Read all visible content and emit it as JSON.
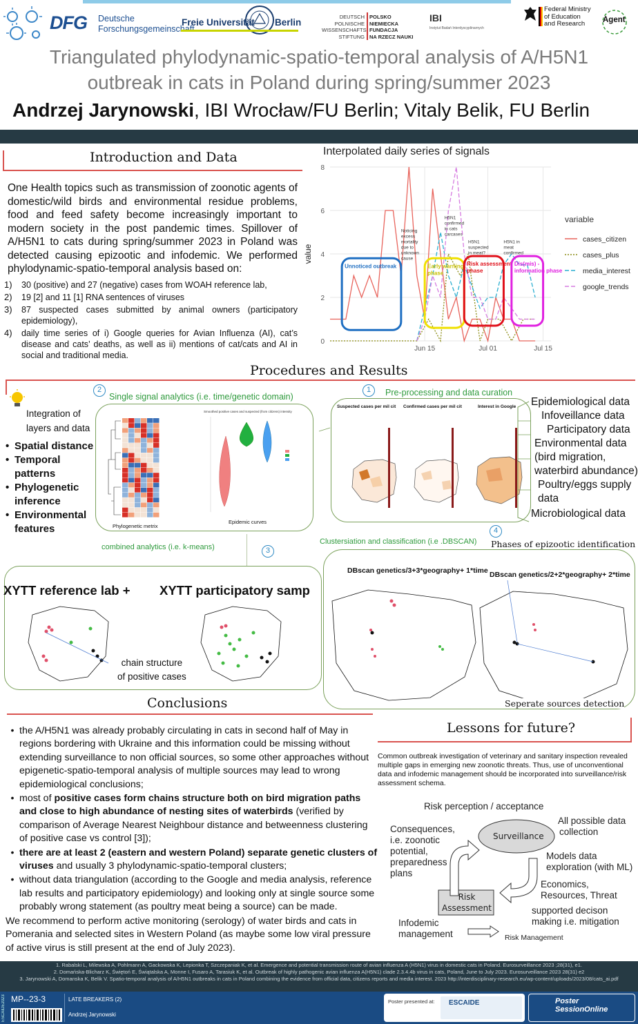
{
  "logos": {
    "dfg": "DFG",
    "dfg_name": [
      "Deutsche",
      "Forschungsgemeinschaft"
    ],
    "fu_left": "Freie Universität",
    "fu_right": "Berlin",
    "dpws_left": [
      "DEUTSCH",
      "POLNISCHE",
      "WISSENSCHAFTS",
      "STIFTUNG"
    ],
    "dpws_right": [
      "POLSKO",
      "NIEMIECKA",
      "FUNDACJA",
      "NA RZECZ NAUKI"
    ],
    "ibi": "IBI",
    "ibi_sub": "Instytut Badań Interdyscyplinarnych",
    "bmbf": [
      "Federal Ministry",
      "of Education",
      "and Research"
    ],
    "agent": "Agent"
  },
  "title": {
    "line1": "Triangulated phylodynamic-spatio-temporal analysis of A/H5N1",
    "line2": "outbreak in cats in Poland during spring/summer 2023",
    "author_bold": "Andrzej Jarynowski",
    "author_rest": ", IBI Wrocław/FU Berlin; Vitaly Belik, FU Berlin"
  },
  "intro": {
    "heading": "Introduction and Data",
    "paragraph": "One Health topics such as transmission of zoonotic agents of domestic/wild birds and environmental residue problems, food and feed safety become increasingly important to modern society in the post pandemic times. Spillover of A/H5N1 to cats during spring/summer 2023 in Poland was detected causing epizootic and infodemic. We performed phylodynamic-spatio-temporal analysis based on:",
    "items": [
      {
        "n": "1)",
        "t": "30 (positive) and 27 (negative) cases from WOAH reference lab,"
      },
      {
        "n": "2)",
        "t": "19 [2] and 11 [1] RNA sentences of viruses"
      },
      {
        "n": "3)",
        "t": "87 suspected  cases submitted by animal owners (participatory epidemiology),"
      },
      {
        "n": "4)",
        "t": "daily time series of i) Google queries for Avian Influenza (AI), cat’s disease and cats’ deaths, as well as ii) mentions of cat/cats and AI in social and traditional media."
      }
    ]
  },
  "chart_data": {
    "type": "line",
    "title": "Interpolated daily series of signals",
    "ylabel": "value",
    "xlabel": "",
    "x_ticks": [
      "Jun 15",
      "Jul 01",
      "Jul 15"
    ],
    "x_range": [
      "2023-05-22",
      "2023-07-17"
    ],
    "ylim": [
      0,
      8
    ],
    "y_ticks": [
      0,
      2,
      4,
      6,
      8
    ],
    "legend_title": "variable",
    "legend_position": "right",
    "grid": true,
    "series": [
      {
        "name": "cases_citizen",
        "color": "#e8635b",
        "dash": "solid",
        "x": [
          "2023-05-22",
          "2023-05-24",
          "2023-05-26",
          "2023-05-28",
          "2023-05-30",
          "2023-06-01",
          "2023-06-03",
          "2023-06-05",
          "2023-06-07",
          "2023-06-09",
          "2023-06-11",
          "2023-06-13",
          "2023-06-15",
          "2023-06-17",
          "2023-06-19",
          "2023-06-21",
          "2023-06-23",
          "2023-06-25",
          "2023-06-27",
          "2023-06-29",
          "2023-07-01",
          "2023-07-03",
          "2023-07-05",
          "2023-07-07",
          "2023-07-09",
          "2023-07-11",
          "2023-07-13"
        ],
        "values": [
          1,
          1,
          1,
          3,
          2,
          3,
          2,
          6,
          6,
          3,
          8,
          3,
          1,
          7,
          4,
          1,
          2,
          0,
          1,
          1,
          0,
          2,
          1,
          1,
          0,
          0,
          0
        ]
      },
      {
        "name": "cases_plus",
        "color": "#8a8a10",
        "dash": "dotted",
        "x": [
          "2023-05-22",
          "2023-06-13",
          "2023-06-16",
          "2023-06-19",
          "2023-06-21",
          "2023-06-24",
          "2023-06-26",
          "2023-06-29",
          "2023-07-01",
          "2023-07-04",
          "2023-07-07",
          "2023-07-10",
          "2023-07-13"
        ],
        "values": [
          0,
          0,
          1,
          0,
          4,
          3,
          4,
          0,
          1,
          1,
          0,
          1,
          1
        ]
      },
      {
        "name": "media_interest",
        "color": "#2aaed0",
        "dash": "dashed",
        "x": [
          "2023-06-13",
          "2023-06-15",
          "2023-06-17",
          "2023-06-19",
          "2023-06-21",
          "2023-06-23",
          "2023-06-25",
          "2023-06-27",
          "2023-06-29",
          "2023-07-01",
          "2023-07-03",
          "2023-07-05",
          "2023-07-07",
          "2023-07-09",
          "2023-07-11",
          "2023-07-13"
        ],
        "values": [
          0,
          1.5,
          3,
          5,
          3,
          2,
          3.5,
          2.5,
          1.5,
          2,
          2,
          3.5,
          4,
          3.5,
          3.5,
          2
        ]
      },
      {
        "name": "google_trends",
        "color": "#d67be0",
        "dash": "dashed",
        "x": [
          "2023-06-13",
          "2023-06-15",
          "2023-06-17",
          "2023-06-19",
          "2023-06-21",
          "2023-06-23",
          "2023-06-25",
          "2023-06-27",
          "2023-06-29",
          "2023-07-01",
          "2023-07-03",
          "2023-07-05",
          "2023-07-07",
          "2023-07-09",
          "2023-07-11",
          "2023-07-13"
        ],
        "values": [
          0,
          1,
          3,
          2,
          6,
          8,
          4,
          2,
          2,
          1,
          1,
          2,
          1.5,
          1,
          1,
          1
        ]
      }
    ],
    "annotations": [
      {
        "text": "Noticing excess mortality due to unknown cause",
        "x": "2023-06-09",
        "y": 5
      },
      {
        "text": "H5N1 confirmed in cats carcases",
        "x": "2023-06-20",
        "y": 5.6
      },
      {
        "text": "H5N1 suspected in meat?",
        "x": "2023-06-26",
        "y": 4.5
      },
      {
        "text": "H5N1 in meat confirmed",
        "x": "2023-07-05",
        "y": 4.5
      }
    ],
    "phases": [
      {
        "label": "Unnoticed outbreak",
        "color": "#1f6fc2"
      },
      {
        "label": "Early warning phase",
        "color": "#f0e000"
      },
      {
        "label": "Risk assessment phase",
        "color": "#e0101a"
      },
      {
        "label": "Dis(mis) - information phase",
        "color": "#e020e0"
      }
    ]
  },
  "procedures": {
    "heading": "Procedures and Results",
    "integration": [
      "Integration of",
      "layers and data"
    ],
    "bullets": [
      "Spatial distance",
      "Temporal patterns",
      "Phylogenetic inference",
      "Environmental features"
    ],
    "single_signal": "Single signal analytics (i.e. time/genetic  domain)",
    "preprocessing": "Pre-processing and data curation",
    "phylo_caption": "Phylogenetic metrix",
    "epi_caption": "Epidemic curves",
    "map_titles": [
      "Suspected cases per mil cit",
      "Confirmed cases per mil cit",
      "Interest in Google"
    ],
    "data_sources": [
      "Epidemiological data",
      "Infoveillance data",
      "Participatory data",
      "Environmental data (bird migration, waterbird abundance)",
      "Poultry/eggs supply data",
      "Microbiological data"
    ],
    "combined": "combined analytics (i.e. k-means)",
    "clusterisation": "Clustersiation and classification (i.e .DBSCAN)",
    "phases_title": "Phases of epizootic identification",
    "xytt_ref": "XYTT reference lab +",
    "xytt_part": "XYTT participatory samp",
    "chain_caption": [
      "chain structure",
      "of positive cases"
    ],
    "dbscan1": "DBscan genetics/3+3*geography+ 1*time",
    "dbscan2": "DBscan genetics/2+2*geography+ 2*time",
    "separate": "Seperate sources detection",
    "nums": [
      "1",
      "2",
      "3",
      "4"
    ]
  },
  "conclusions": {
    "heading": "Conclusions",
    "items": [
      {
        "pre": "the A/H5N1 was already probably circulating in cats in second half of May in regions bordering with Ukraine and this information could be missing without extending surveillance to non official sources, so some other approaches without epigenetic-spatio-temporal analysis of multiple sources may lead to wrong epidemiological conclusions;",
        "bold": "",
        "post": ""
      },
      {
        "pre": "most of ",
        "bold": "positive cases form chains structure both on bird migration paths and close to high abundance of nesting sites of waterbirds",
        "post": " (verified by comparison of Average Nearest Neighbour distance and betweenness clustering of positive case vs control [3]);"
      },
      {
        "pre": "",
        "bold": "there are at least 2 (eastern and western Poland) separate genetic clusters of viruses",
        "post": " and usually 3 phylodynamic-spatio-temporal clusters;"
      },
      {
        "pre": "without data triangulation (according to the Google and media analysis, reference lab results and participatory epidemiology) and looking only at single source some probably wrong statement (as poultry meat being a source) can be made.",
        "bold": "",
        "post": ""
      }
    ],
    "closing": "We recommend to perform active monitoring (serology) of water birds and cats in Pomerania and selected sites in Western Poland (as maybe some low viral pressure of active virus is still present at the end of July 2023)."
  },
  "lessons": {
    "heading": "Lessons for future?",
    "text": "Common outbreak investigation of veterinary and sanitary inspection revealed multiple gaps in emerging new zoonotic threats. Thus, use of unconventional data and infodemic management should be incorporated into surveillance/risk assessment schema.",
    "risk_perception": "Risk perception / acceptance",
    "surveillance": "Surveillance",
    "all_data": [
      "All possible data",
      "collection"
    ],
    "consequences": [
      "Consequences,",
      "i.e. zoonotic",
      "potential,",
      "preparedness",
      "plans"
    ],
    "models": [
      "Models data",
      "exploration (with ML)"
    ],
    "economics": [
      "Economics,",
      "Resources, Threat"
    ],
    "risk_assessment": [
      "Risk",
      "Assessment"
    ],
    "supported": [
      "supported decison",
      "making i.e. mitigation"
    ],
    "infodemic": [
      "Infodemic",
      "management"
    ],
    "risk_mgmt": "Risk Management"
  },
  "references": [
    "1. Rabalski L, Milewska A, Pohlmann A, Gackowska K, Lepionka T, Szczepaniak K, et al. Emergence and potential transmission route of avian influenza A (H5N1) virus in domestic cats in Poland. Eurosurveillance 2023 ;28(31), e1.",
    "2. Domańska-Blicharz K, Świętoń E, Świątalska A, Monne I, Fusaro A, Tarasiuk K, et al. Outbreak of highly pathogenic avian influenza A(H5N1) clade 2.3.4.4b virus in cats, Poland, June to July 2023. Eurosurveillance 2023 28(31) e2",
    "3. Jarynowski A, Domanska K, Belik V. Spatio-temporal analysis of A/H5N1 outbreaks in cats in Poland combining the evidence from official data, citizens reports and media interest. 2023 http://interdisciplinary-research.eu/wp-content/uploads/2023/08/cats_ai.pdf"
  ],
  "footer": {
    "side": "ESCAIDE2023",
    "code": "MP--23-3",
    "category": "LATE BREAKERS (2)",
    "author": "Andrzej Jarynowski",
    "presented": "Poster presented at:",
    "escaide": "ESCAIDE",
    "pso1": "Poster",
    "pso2": "SessionOnline"
  }
}
